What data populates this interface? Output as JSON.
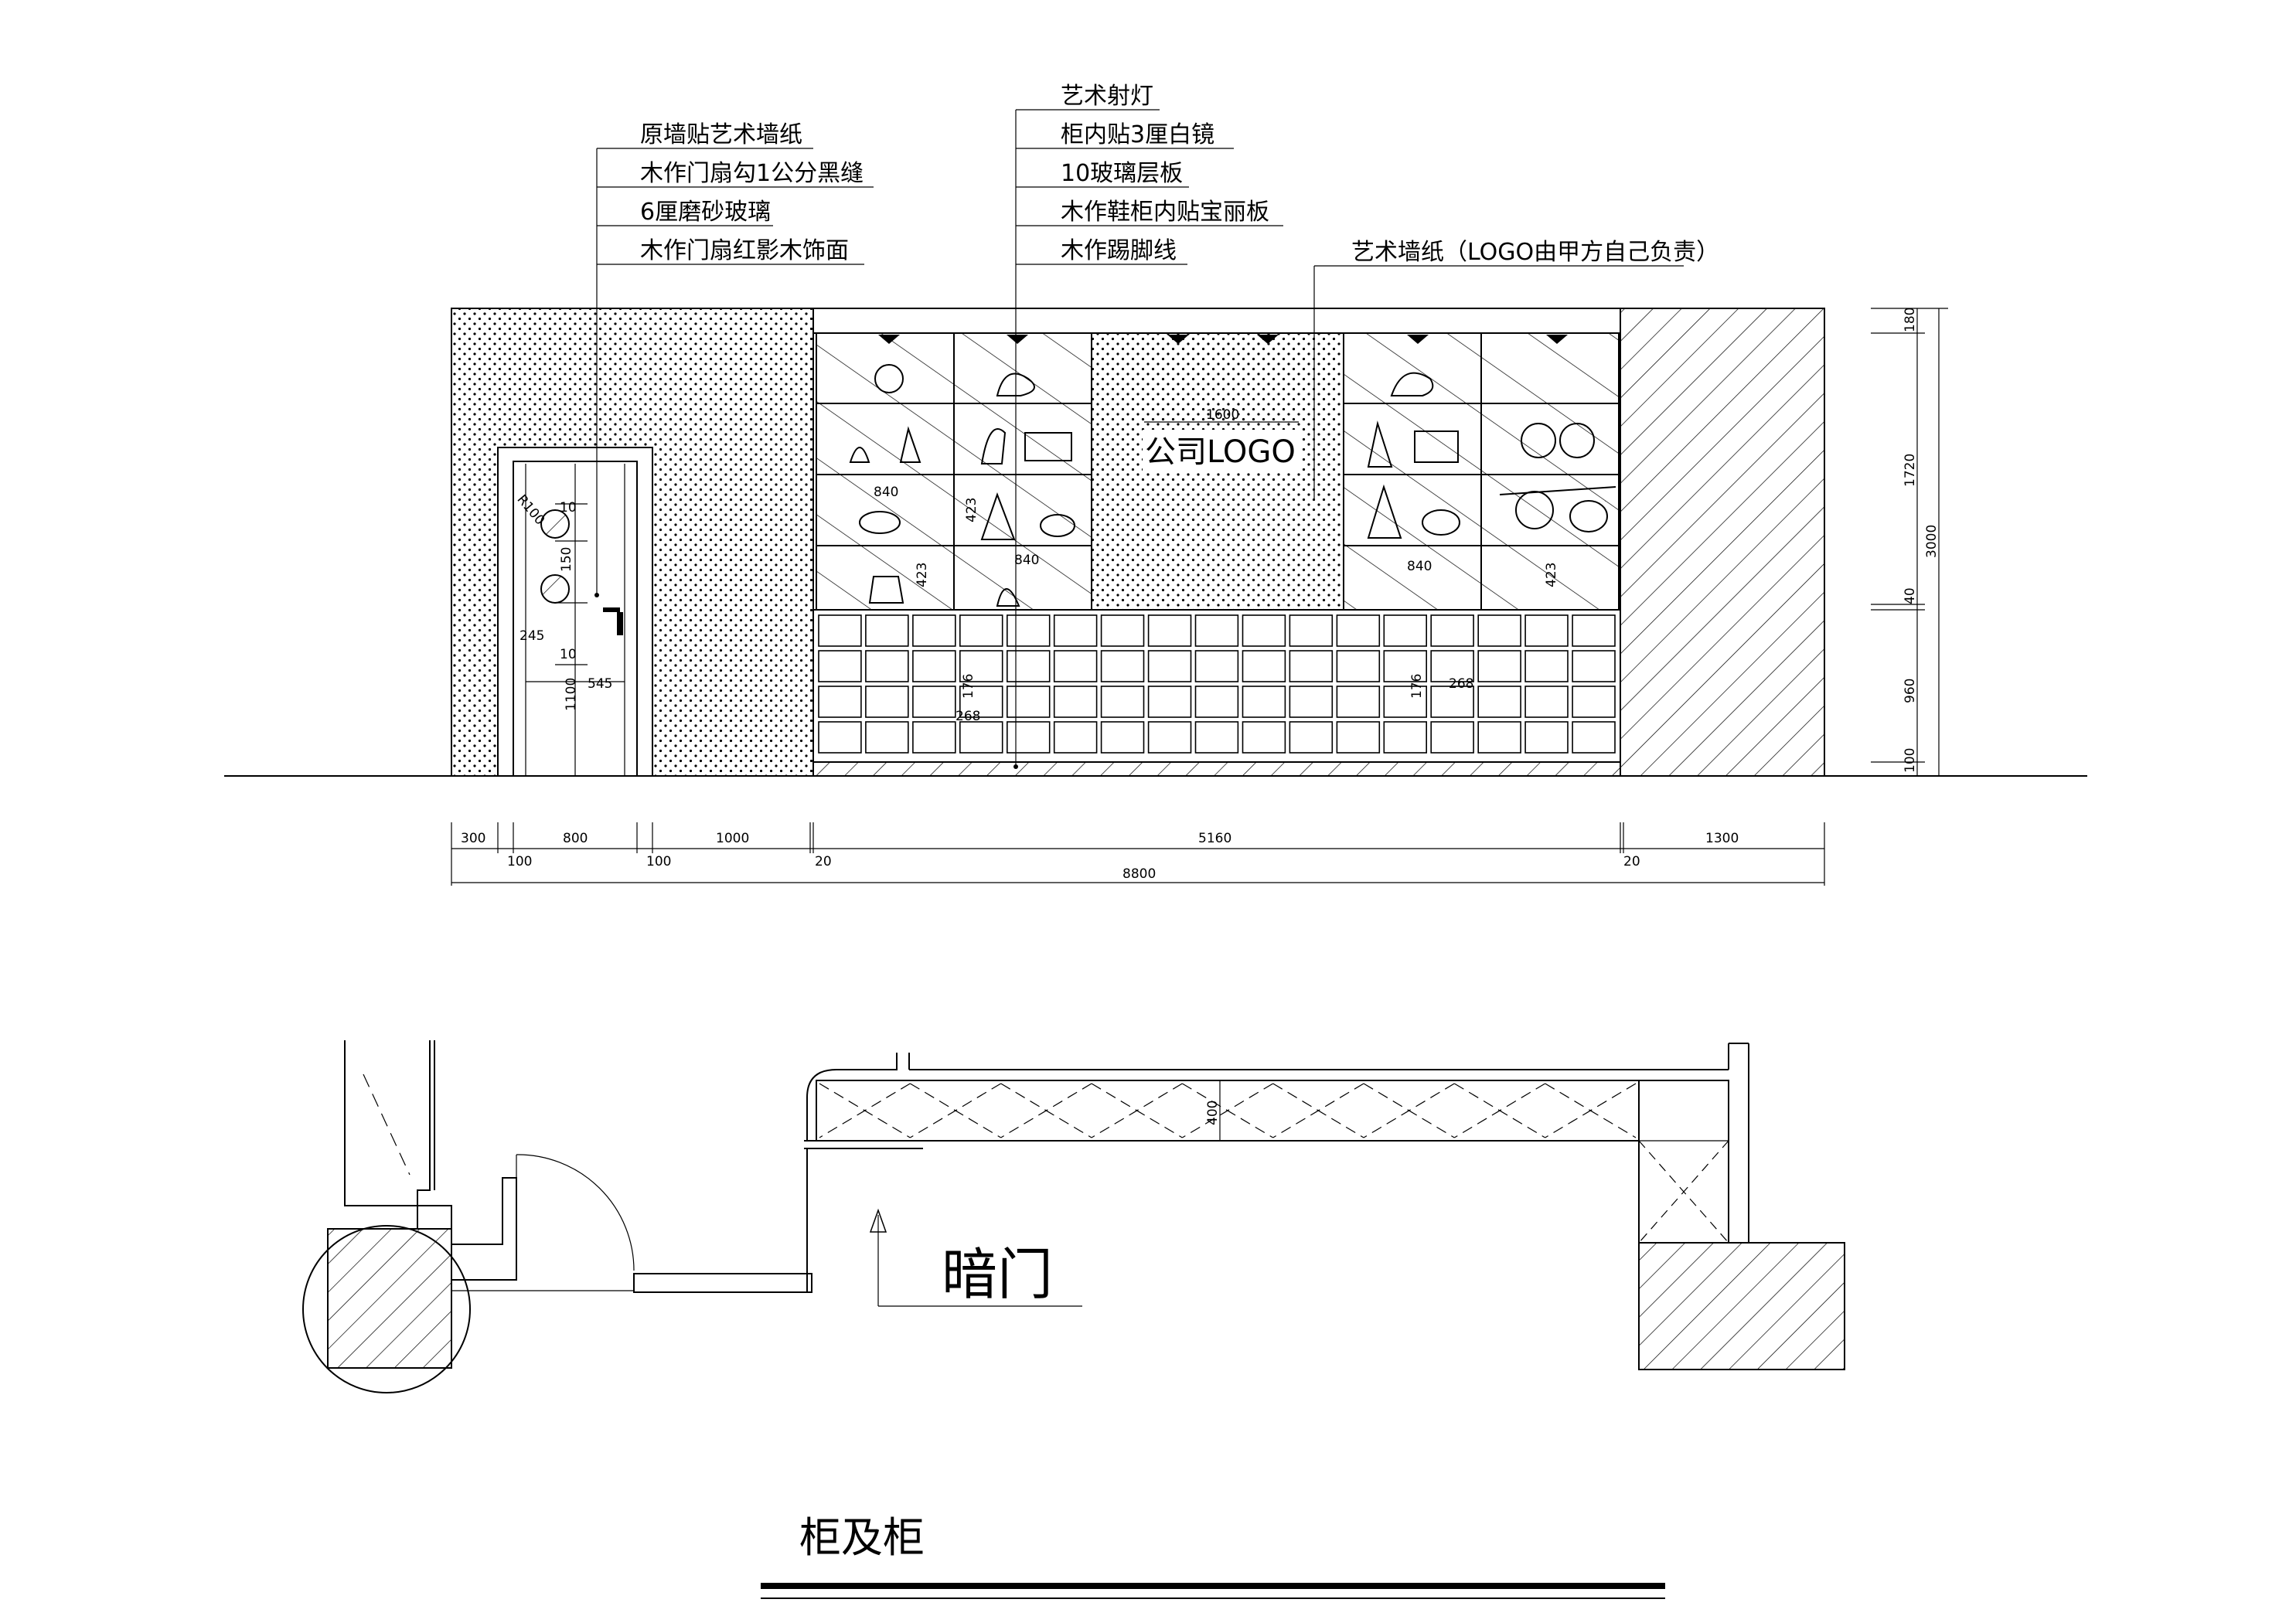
{
  "elevation": {
    "left_callouts": [
      "原墙贴艺术墙纸",
      "木作门扇勾1公分黑缝",
      "6厘磨砂玻璃",
      "木作门扇红影木饰面"
    ],
    "center_callouts": [
      "艺术射灯",
      "柜内贴3厘白镜",
      "10玻璃层板",
      "木作鞋柜内贴宝丽板",
      "木作踢脚线"
    ],
    "right_callout": "艺术墙纸（LOGO由甲方自己负责）",
    "logo_text": "公司LOGO",
    "inner_dims": {
      "d1600": "1600",
      "d840a": "840",
      "d840b": "840",
      "d840c": "840",
      "d423a": "423",
      "d423b": "423",
      "d423c": "423",
      "d176a": "176",
      "d176b": "176",
      "d268a": "268",
      "d268b": "268"
    },
    "door_dims": {
      "r100": "R100",
      "d10a": "10",
      "d150": "150",
      "d245": "245",
      "d10b": "10",
      "d1100": "1100",
      "d545": "545"
    },
    "right_dims": [
      "180",
      "1720",
      "40",
      "960",
      "100"
    ],
    "right_total": "3000",
    "bottom_dims": [
      "300",
      "100",
      "800",
      "100",
      "1000",
      "20",
      "5160",
      "20",
      "1300"
    ],
    "bottom_total": "8800"
  },
  "plan": {
    "door_label": "暗门",
    "dim400": "400"
  },
  "title": "柜及柜"
}
